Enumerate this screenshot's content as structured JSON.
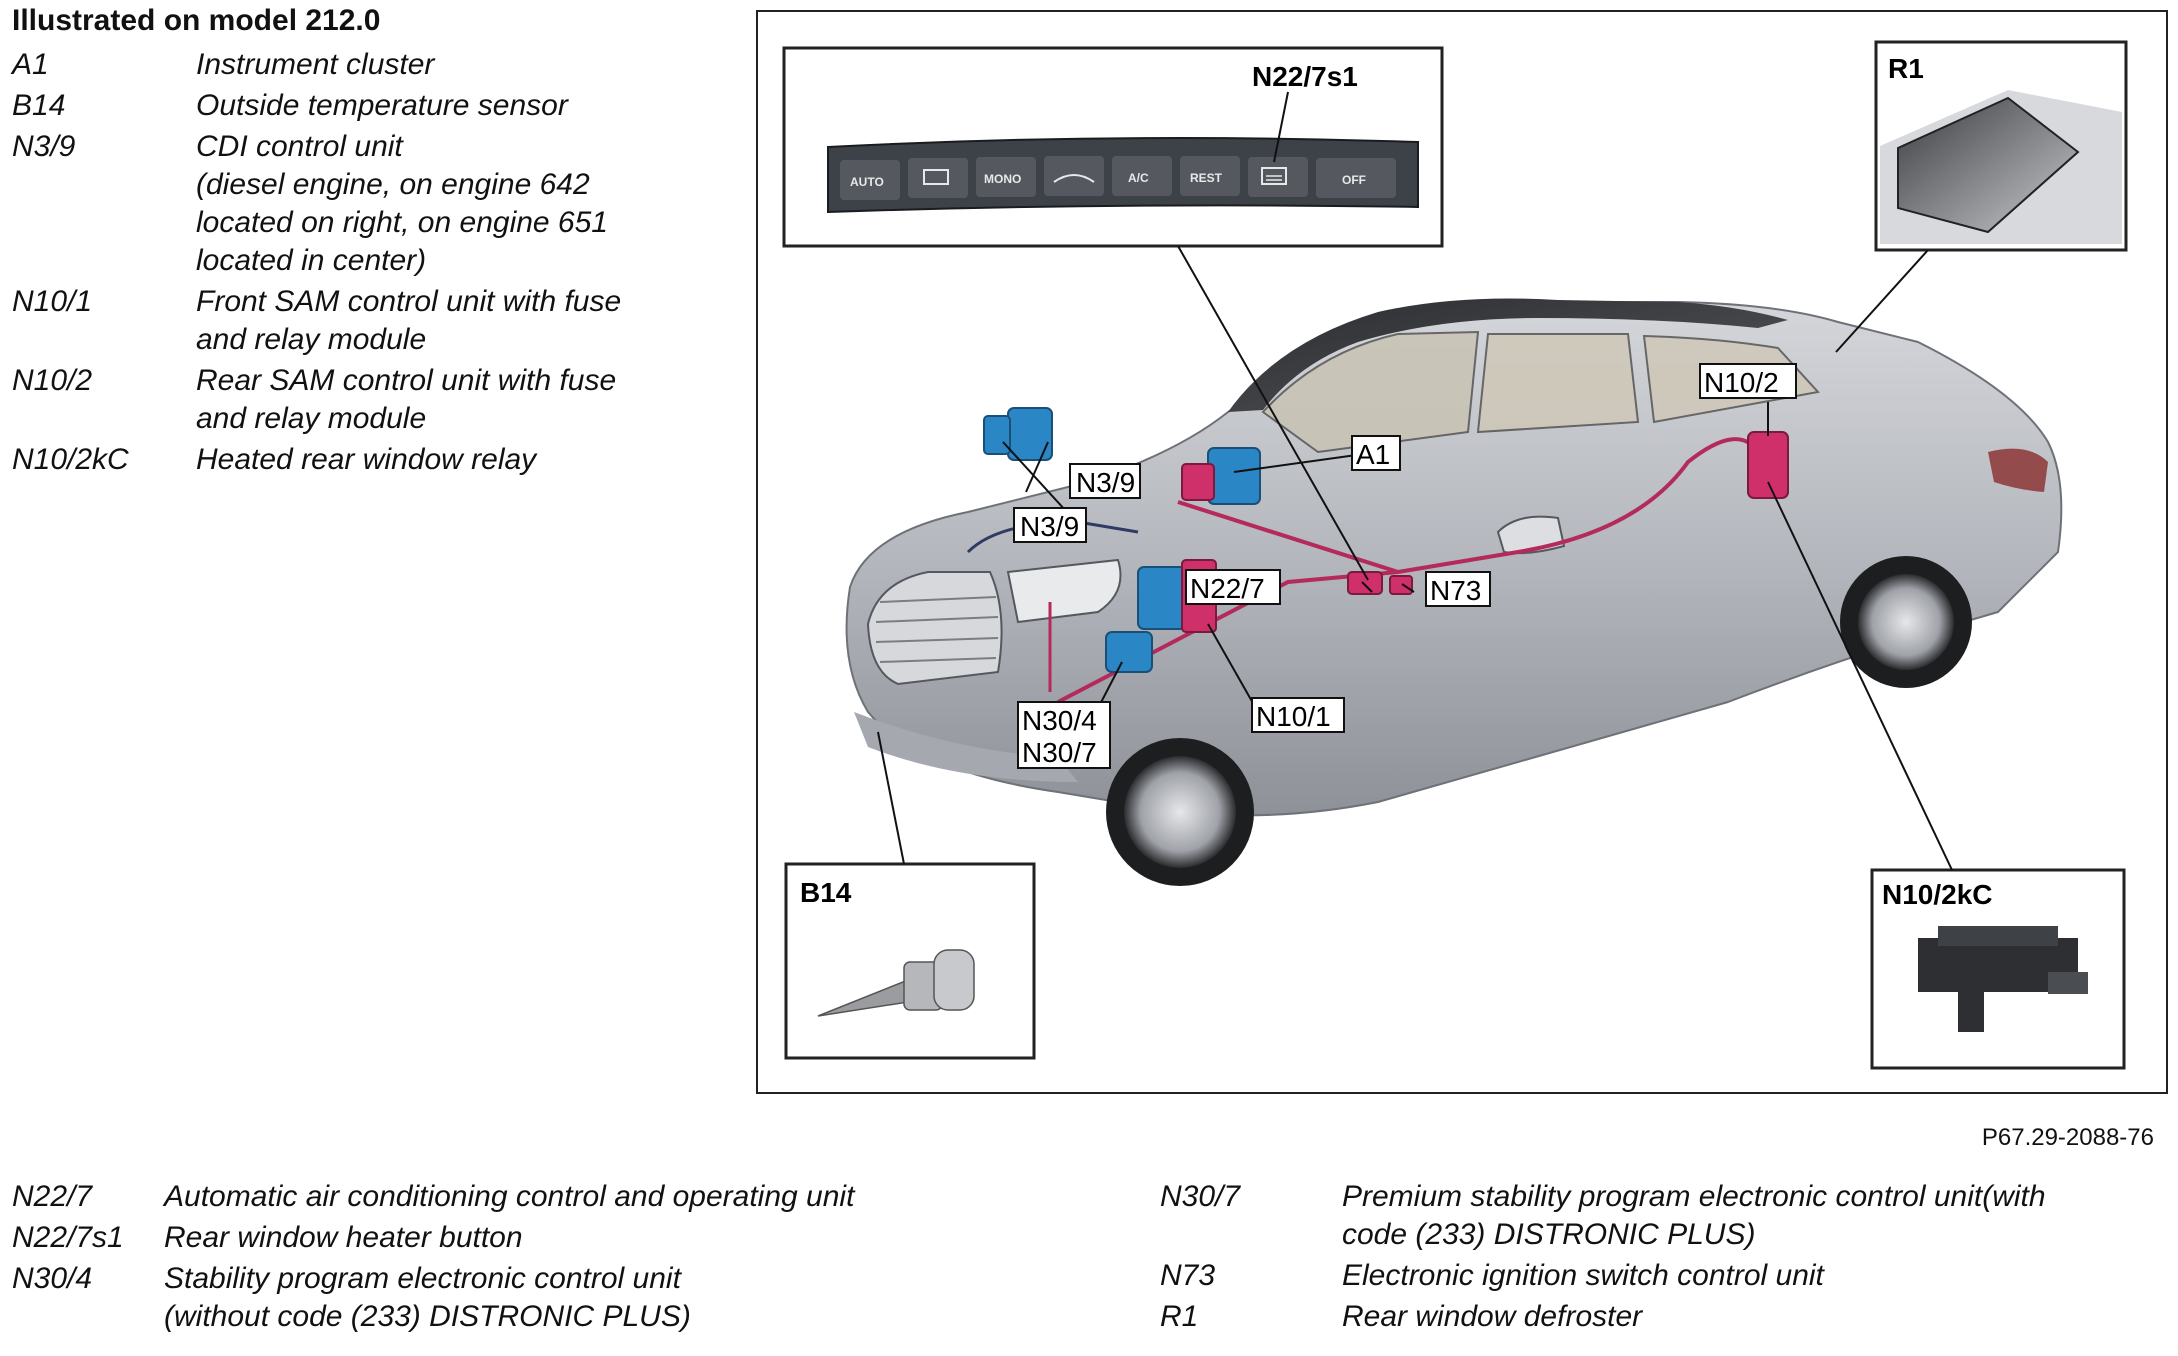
{
  "header": {
    "title": "Illustrated on model 212.0"
  },
  "legend_top": [
    {
      "code": "A1",
      "desc": "Instrument cluster"
    },
    {
      "code": "B14",
      "desc": "Outside temperature sensor"
    },
    {
      "code": "N3/9",
      "desc": "CDI control unit\n(diesel engine, on engine 642\nlocated on right, on engine 651\nlocated in center)"
    },
    {
      "code": "N10/1",
      "desc": "Front SAM control unit with fuse\nand relay module"
    },
    {
      "code": "N10/2",
      "desc": "Rear SAM control unit with fuse\nand relay module"
    },
    {
      "code": "N10/2kC",
      "desc": "Heated rear window relay"
    }
  ],
  "legend_bottom_left": [
    {
      "code": "N22/7",
      "desc": "Automatic air conditioning control and operating unit"
    },
    {
      "code": "N22/7s1",
      "desc": "Rear window heater button"
    },
    {
      "code": "N30/4",
      "desc": "Stability program electronic control unit\n(without code (233) DISTRONIC PLUS)"
    }
  ],
  "legend_bottom_right": [
    {
      "code": "N30/7",
      "desc": "Premium stability program electronic control unit(with\ncode (233) DISTRONIC PLUS)"
    },
    {
      "code": "N73",
      "desc": "Electronic ignition switch control unit"
    },
    {
      "code": "R1",
      "desc": "Rear window defroster"
    }
  ],
  "figure": {
    "ref": "P67.29-2088-76",
    "insets": {
      "n22_7s1": "N22/7s1",
      "r1": "R1",
      "b14": "B14",
      "n10_2kc": "N10/2kC"
    },
    "buttons": [
      "AUTO",
      "",
      "MONO",
      "",
      "A/C",
      "REST",
      "",
      "OFF"
    ],
    "callouts": {
      "n3_9_a": "N3/9",
      "n3_9_b": "N3/9",
      "a1": "A1",
      "n10_2": "N10/2",
      "n22_7": "N22/7",
      "n73": "N73",
      "n30_4": "N30/4",
      "n30_7": "N30/7",
      "n10_1": "N10/1"
    },
    "colors": {
      "blue_component": "#2a86c4",
      "magenta_component": "#d0306a",
      "car_body": "#b9bcc2"
    }
  }
}
